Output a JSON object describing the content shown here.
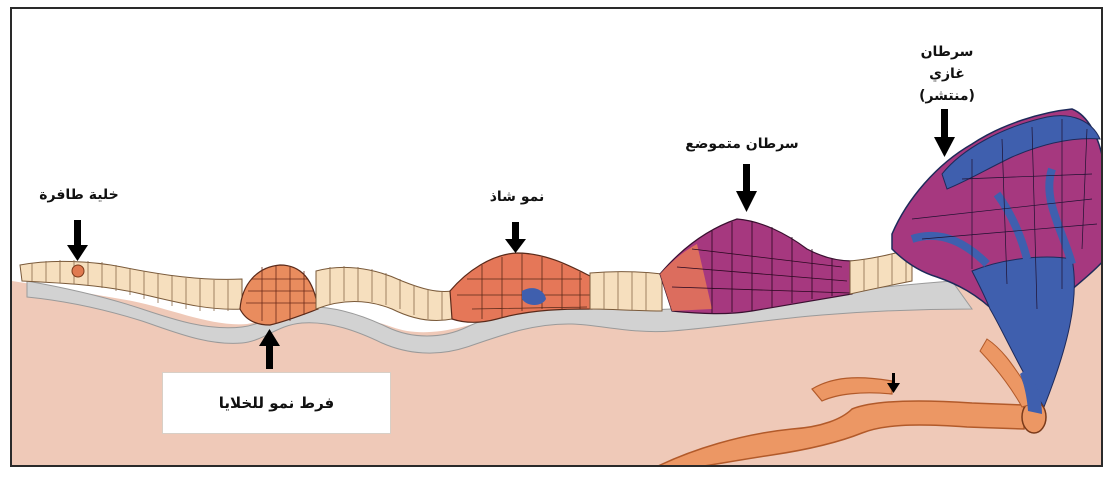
{
  "labels": {
    "transformed_cell": "خلية طافرة",
    "hyperplasia": "فرط نمو للخلايا",
    "dysplasia": "نمو شاذ",
    "in_situ": "سرطان متموضع",
    "invasive_line1": "سرطان",
    "invasive_line2": "غازي",
    "invasive_line3": "(منتشر)"
  },
  "colors": {
    "tissue": "#efc9b8",
    "membrane": "#d2d2d2",
    "normal_cell": "#f6dfbe",
    "hyper_cell": "#e98c5e",
    "dys_cell": "#e57758",
    "cancer_cell": "#a6387f",
    "invasive_cell": "#3f5fae",
    "vessel": "#ec9764"
  }
}
